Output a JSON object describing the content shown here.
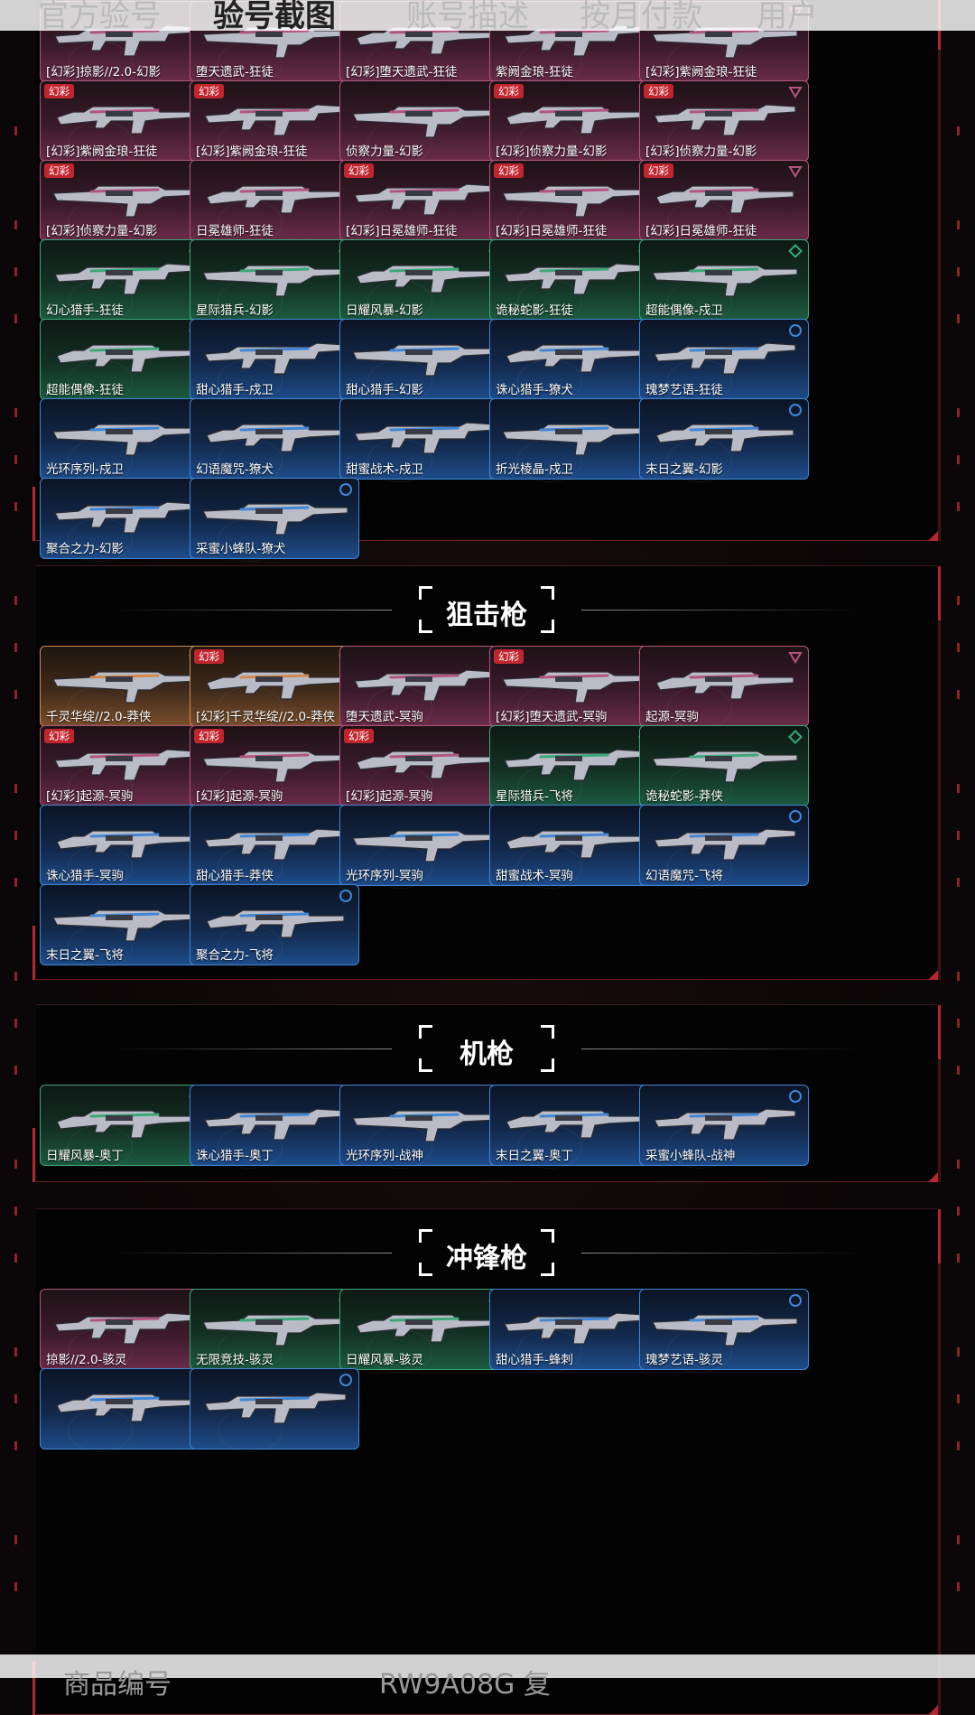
{
  "top_tabs": [
    "官方验号",
    "验号截图",
    "账号描述",
    "按月付款",
    "用户"
  ],
  "active_tab_index": 1,
  "bottom_bar": {
    "left": "商品编号",
    "right": "RW9A08G 复"
  },
  "colors": {
    "pink": "#b2557e",
    "green": "#3aa879",
    "blue": "#3f86d6",
    "gold": "#d08a4e",
    "badge": "#c1262f",
    "accent": "#b5262f"
  },
  "badge_text": "幻彩",
  "tier_icons": {
    "pink": "triangle-down-icon",
    "green": "diamond-icon",
    "blue": "circle-icon",
    "gold": "pentagon-icon"
  },
  "sections": [
    {
      "title": "",
      "items": [
        {
          "name": "[幻彩]掠影//2.0-幻影",
          "tier": "pink",
          "badge": false
        },
        {
          "name": "堕天遗武-狂徒",
          "tier": "pink",
          "badge": false
        },
        {
          "name": "[幻彩]堕天遗武-狂徒",
          "tier": "pink",
          "badge": false
        },
        {
          "name": "紫阙金琅-狂徒",
          "tier": "pink",
          "badge": false
        },
        {
          "name": "[幻彩]紫阙金琅-狂徒",
          "tier": "pink",
          "badge": false
        },
        {
          "name": "[幻彩]紫阙金琅-狂徒",
          "tier": "pink",
          "badge": true
        },
        {
          "name": "[幻彩]紫阙金琅-狂徒",
          "tier": "pink",
          "badge": true
        },
        {
          "name": "侦察力量-幻影",
          "tier": "pink",
          "badge": false
        },
        {
          "name": "[幻彩]侦察力量-幻影",
          "tier": "pink",
          "badge": true
        },
        {
          "name": "[幻彩]侦察力量-幻影",
          "tier": "pink",
          "badge": true
        },
        {
          "name": "[幻彩]侦察力量-幻影",
          "tier": "pink",
          "badge": true
        },
        {
          "name": "日冕雄师-狂徒",
          "tier": "pink",
          "badge": false
        },
        {
          "name": "[幻彩]日冕雄师-狂徒",
          "tier": "pink",
          "badge": true
        },
        {
          "name": "[幻彩]日冕雄师-狂徒",
          "tier": "pink",
          "badge": true
        },
        {
          "name": "[幻彩]日冕雄师-狂徒",
          "tier": "pink",
          "badge": true
        },
        {
          "name": "幻心猎手-狂徒",
          "tier": "green",
          "badge": false
        },
        {
          "name": "星际猎兵-幻影",
          "tier": "green",
          "badge": false
        },
        {
          "name": "日耀风暴-幻影",
          "tier": "green",
          "badge": false
        },
        {
          "name": "诡秘蛇影-狂徒",
          "tier": "green",
          "badge": false
        },
        {
          "name": "超能偶像-戍卫",
          "tier": "green",
          "badge": false
        },
        {
          "name": "超能偶像-狂徒",
          "tier": "green",
          "badge": false
        },
        {
          "name": "甜心猎手-戍卫",
          "tier": "blue",
          "badge": false
        },
        {
          "name": "甜心猎手-幻影",
          "tier": "blue",
          "badge": false
        },
        {
          "name": "诛心猎手-獠犬",
          "tier": "blue",
          "badge": false
        },
        {
          "name": "瑰梦艺语-狂徒",
          "tier": "blue",
          "badge": false
        },
        {
          "name": "光环序列-戍卫",
          "tier": "blue",
          "badge": false
        },
        {
          "name": "幻语魔咒-獠犬",
          "tier": "blue",
          "badge": false
        },
        {
          "name": "甜蜜战术-戍卫",
          "tier": "blue",
          "badge": false
        },
        {
          "name": "折光棱晶-戍卫",
          "tier": "blue",
          "badge": false
        },
        {
          "name": "末日之翼-幻影",
          "tier": "blue",
          "badge": false
        },
        {
          "name": "聚合之力-幻影",
          "tier": "blue",
          "badge": false
        },
        {
          "name": "采蜜小蜂队-獠犬",
          "tier": "blue",
          "badge": false
        }
      ]
    },
    {
      "title": "狙击枪",
      "items": [
        {
          "name": "千灵华绽//2.0-莽侠",
          "tier": "gold",
          "badge": false
        },
        {
          "name": "[幻彩]千灵华绽//2.0-莽侠",
          "tier": "gold",
          "badge": true
        },
        {
          "name": "堕天遗武-冥驹",
          "tier": "pink",
          "badge": false
        },
        {
          "name": "[幻彩]堕天遗武-冥驹",
          "tier": "pink",
          "badge": true
        },
        {
          "name": "起源-冥驹",
          "tier": "pink",
          "badge": false
        },
        {
          "name": "[幻彩]起源-冥驹",
          "tier": "pink",
          "badge": true
        },
        {
          "name": "[幻彩]起源-冥驹",
          "tier": "pink",
          "badge": true
        },
        {
          "name": "[幻彩]起源-冥驹",
          "tier": "pink",
          "badge": true
        },
        {
          "name": "星际猎兵-飞将",
          "tier": "green",
          "badge": false
        },
        {
          "name": "诡秘蛇影-莽侠",
          "tier": "green",
          "badge": false
        },
        {
          "name": "诛心猎手-冥驹",
          "tier": "blue",
          "badge": false
        },
        {
          "name": "甜心猎手-莽侠",
          "tier": "blue",
          "badge": false
        },
        {
          "name": "光环序列-冥驹",
          "tier": "blue",
          "badge": false
        },
        {
          "name": "甜蜜战术-冥驹",
          "tier": "blue",
          "badge": false
        },
        {
          "name": "幻语魔咒-飞将",
          "tier": "blue",
          "badge": false
        },
        {
          "name": "末日之翼-飞将",
          "tier": "blue",
          "badge": false
        },
        {
          "name": "聚合之力-飞将",
          "tier": "blue",
          "badge": false
        }
      ]
    },
    {
      "title": "机枪",
      "items": [
        {
          "name": "日耀风暴-奥丁",
          "tier": "green",
          "badge": false
        },
        {
          "name": "诛心猎手-奥丁",
          "tier": "blue",
          "badge": false
        },
        {
          "name": "光环序列-战神",
          "tier": "blue",
          "badge": false
        },
        {
          "name": "末日之翼-奥丁",
          "tier": "blue",
          "badge": false
        },
        {
          "name": "采蜜小蜂队-战神",
          "tier": "blue",
          "badge": false
        }
      ]
    },
    {
      "title": "冲锋枪",
      "items": [
        {
          "name": "掠影//2.0-骇灵",
          "tier": "pink",
          "badge": false
        },
        {
          "name": "无限竞技-骇灵",
          "tier": "green",
          "badge": false
        },
        {
          "name": "日耀风暴-骇灵",
          "tier": "green",
          "badge": false
        },
        {
          "name": "甜心猎手-蜂刺",
          "tier": "blue",
          "badge": false
        },
        {
          "name": "瑰梦艺语-骇灵",
          "tier": "blue",
          "badge": false
        },
        {
          "name": "",
          "tier": "blue",
          "badge": false
        },
        {
          "name": "",
          "tier": "blue",
          "badge": false
        }
      ]
    }
  ]
}
